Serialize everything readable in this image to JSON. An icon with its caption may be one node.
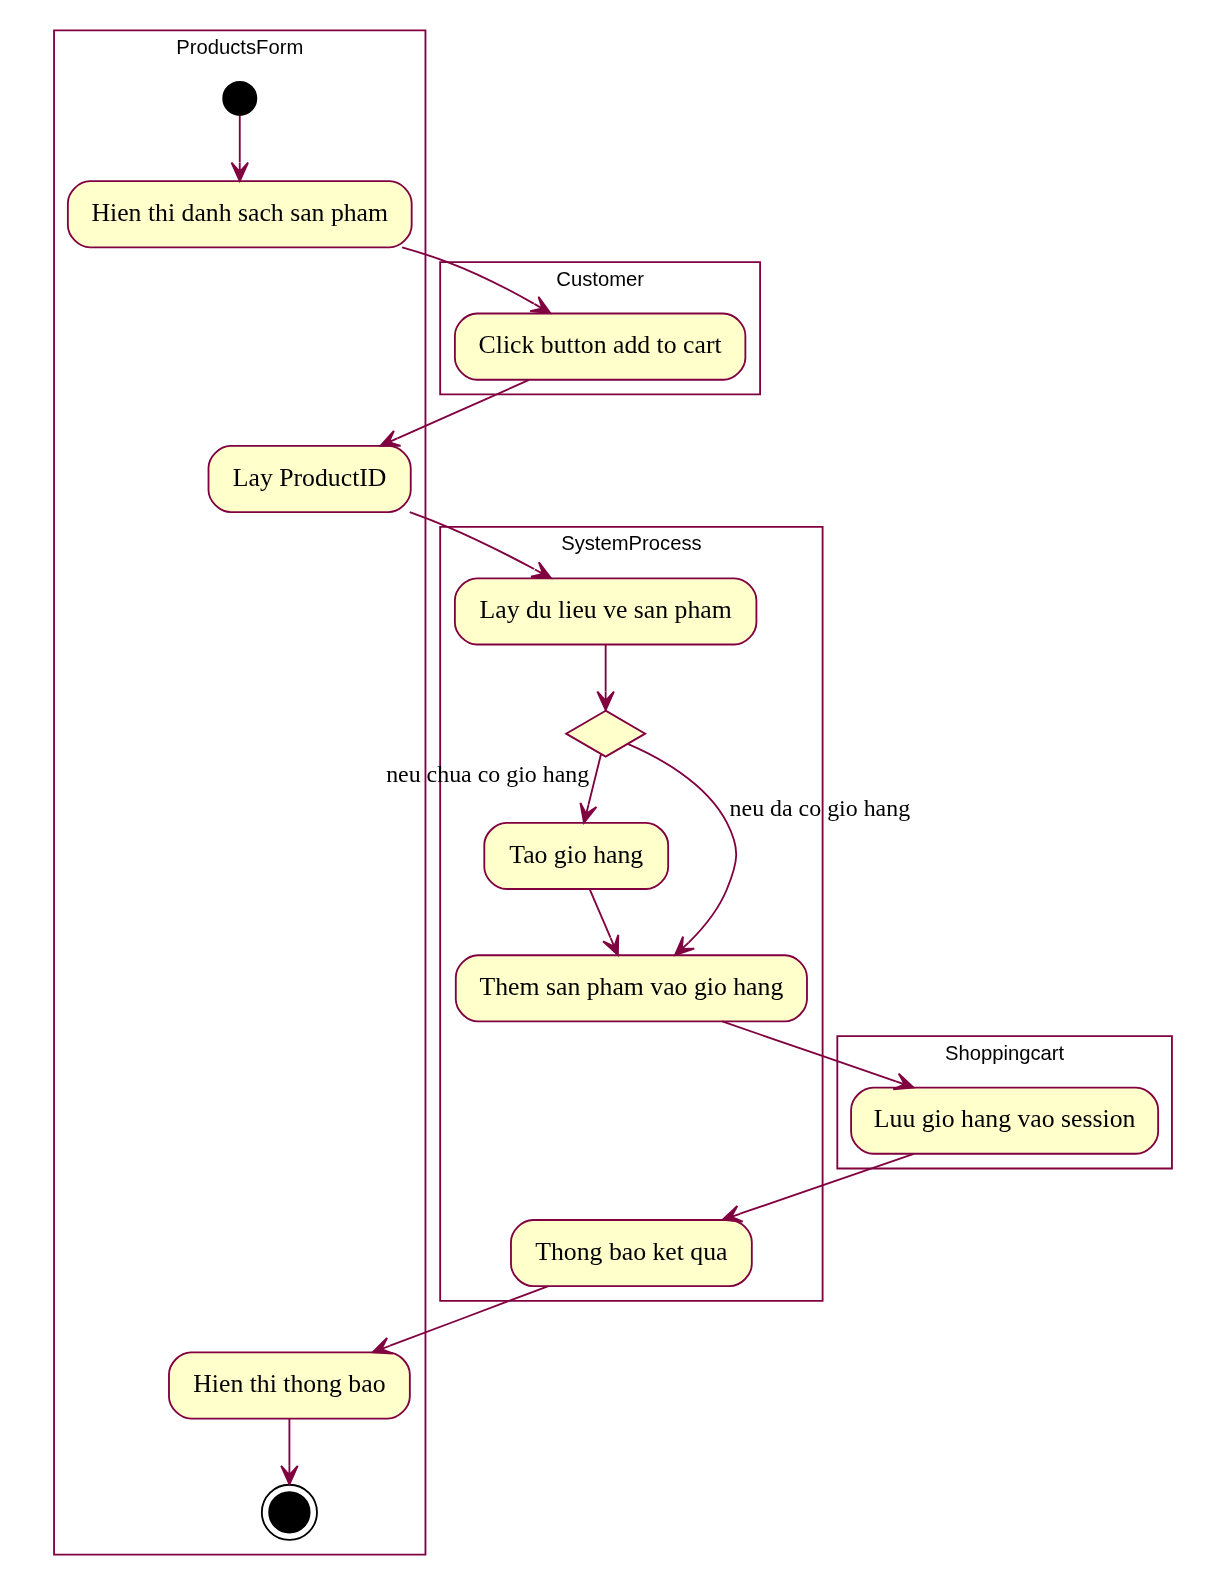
{
  "diagram": {
    "nodes": [
      {
        "text": [
          "Customer"
        ]
      },
      {
        "text": [
          "ProductsForm"
        ]
      },
      {
        "text": [
          "SystemProcess"
        ]
      },
      {
        "text": [
          "Shoppingcart"
        ]
      },
      {
        "text": [],
        "shape": "circle",
        "in": 1
      },
      {
        "text": [
          "Hien thi danh sach san pham"
        ],
        "in": 1
      },
      {
        "text": [
          "Click button add to cart"
        ],
        "in": 0
      },
      {
        "text": [
          "Lay ProductID"
        ],
        "in": 1
      },
      {
        "text": [
          "Lay du lieu ve san pham"
        ],
        "in": 2
      },
      {
        "text": [],
        "shape": "diamond",
        "in": 2
      },
      {
        "text": [
          "Tao gio hang"
        ],
        "in": 2
      },
      {
        "text": [
          "Them san pham vao gio hang"
        ],
        "in": 2
      },
      {
        "text": [
          "Luu gio hang vao session"
        ],
        "in": 3
      },
      {
        "text": [
          "Thong bao ket qua"
        ],
        "in": 2
      },
      {
        "text": [
          "Hien thi thong bao"
        ],
        "in": 1
      },
      {
        "text": [],
        "shape": "circle",
        "in": 1
      }
    ],
    "edges": [
      {
        "from": 4,
        "to": 5,
        "arrow": "to"
      },
      {
        "from": 5,
        "to": 6,
        "arrow": "to"
      },
      {
        "from": 6,
        "to": 7,
        "arrow": "to"
      },
      {
        "from": 7,
        "to": 8,
        "arrow": "to"
      },
      {
        "from": 8,
        "to": 9,
        "arrow": "to"
      },
      {
        "from": 9,
        "to": 10,
        "arrow": "to",
        "label": "neu chua co gio hang"
      },
      {
        "from": 9,
        "to": 11,
        "arrow": "to",
        "label": "neu da co gio hang"
      },
      {
        "from": 10,
        "to": 11,
        "arrow": "to"
      },
      {
        "from": 11,
        "to": 12,
        "arrow": "to"
      },
      {
        "from": 12,
        "to": 13,
        "arrow": "to"
      },
      {
        "from": 13,
        "to": 14,
        "arrow": "to"
      },
      {
        "from": 14,
        "to": 15,
        "arrow": "to"
      }
    ]
  }
}
